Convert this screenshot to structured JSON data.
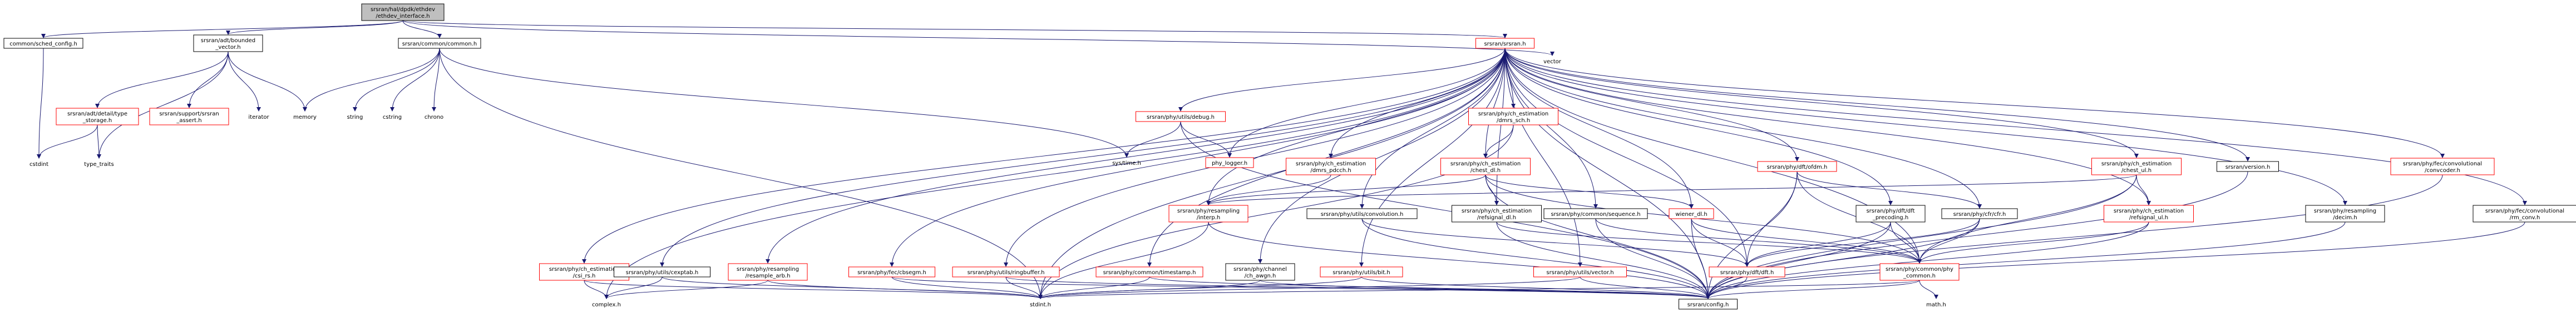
{
  "graph": {
    "nodes": [
      {
        "id": "root",
        "lines": [
          "srsran/hal/dpdk/ethdev",
          "/ethdev_interface.h"
        ],
        "style": "root"
      },
      {
        "id": "sched_config",
        "lines": [
          "common/sched_config.h"
        ],
        "style": "black"
      },
      {
        "id": "bounded_vector",
        "lines": [
          "srsran/adt/bounded",
          "_vector.h"
        ],
        "style": "black"
      },
      {
        "id": "common",
        "lines": [
          "srsran/common/common.h"
        ],
        "style": "black"
      },
      {
        "id": "srsran",
        "lines": [
          "srsran/srsran.h"
        ],
        "style": "red"
      },
      {
        "id": "vector",
        "lines": [
          "vector"
        ],
        "style": "plain"
      },
      {
        "id": "type_storage",
        "lines": [
          "srsran/adt/detail/type",
          "_storage.h"
        ],
        "style": "red"
      },
      {
        "id": "srsran_assert",
        "lines": [
          "srsran/support/srsran",
          "_assert.h"
        ],
        "style": "red"
      },
      {
        "id": "iterator",
        "lines": [
          "iterator"
        ],
        "style": "plain"
      },
      {
        "id": "memory",
        "lines": [
          "memory"
        ],
        "style": "plain"
      },
      {
        "id": "string",
        "lines": [
          "string"
        ],
        "style": "plain"
      },
      {
        "id": "cstring",
        "lines": [
          "cstring"
        ],
        "style": "plain"
      },
      {
        "id": "chrono",
        "lines": [
          "chrono"
        ],
        "style": "plain"
      },
      {
        "id": "cstdint",
        "lines": [
          "cstdint"
        ],
        "style": "plain"
      },
      {
        "id": "type_traits",
        "lines": [
          "type_traits"
        ],
        "style": "plain"
      },
      {
        "id": "debug",
        "lines": [
          "srsran/phy/utils/debug.h"
        ],
        "style": "red"
      },
      {
        "id": "systime",
        "lines": [
          "sys/time.h"
        ],
        "style": "plain"
      },
      {
        "id": "phy_logger",
        "lines": [
          "phy_logger.h"
        ],
        "style": "red"
      },
      {
        "id": "dmrs_sch",
        "lines": [
          "srsran/phy/ch_estimation",
          "/dmrs_sch.h"
        ],
        "style": "red"
      },
      {
        "id": "dmrs_pdcch",
        "lines": [
          "srsran/phy/ch_estimation",
          "/dmrs_pdcch.h"
        ],
        "style": "red"
      },
      {
        "id": "chest_dl",
        "lines": [
          "srsran/phy/ch_estimation",
          "/chest_dl.h"
        ],
        "style": "red"
      },
      {
        "id": "interp",
        "lines": [
          "srsran/phy/resampling",
          "/interp.h"
        ],
        "style": "red"
      },
      {
        "id": "convolution",
        "lines": [
          "srsran/phy/utils/convolution.h"
        ],
        "style": "black"
      },
      {
        "id": "refsignal_dl",
        "lines": [
          "srsran/phy/ch_estimation",
          "/refsignal_dl.h"
        ],
        "style": "black"
      },
      {
        "id": "sequence",
        "lines": [
          "srsran/phy/common/sequence.h"
        ],
        "style": "black"
      },
      {
        "id": "wiener_dl",
        "lines": [
          "wiener_dl.h"
        ],
        "style": "red"
      },
      {
        "id": "ofdm",
        "lines": [
          "srsran/phy/dft/ofdm.h"
        ],
        "style": "red"
      },
      {
        "id": "dft_precoding",
        "lines": [
          "srsran/phy/dft/dft",
          "_precoding.h"
        ],
        "style": "black"
      },
      {
        "id": "cfr",
        "lines": [
          "srsran/phy/cfr/cfr.h"
        ],
        "style": "black"
      },
      {
        "id": "chest_ul",
        "lines": [
          "srsran/phy/ch_estimation",
          "/chest_ul.h"
        ],
        "style": "red"
      },
      {
        "id": "refsignal_ul",
        "lines": [
          "srsran/phy/ch_estimation",
          "/refsignal_ul.h"
        ],
        "style": "red"
      },
      {
        "id": "version",
        "lines": [
          "srsran/version.h"
        ],
        "style": "black"
      },
      {
        "id": "decim",
        "lines": [
          "srsran/phy/resampling",
          "/decim.h"
        ],
        "style": "black"
      },
      {
        "id": "convcoder",
        "lines": [
          "srsran/phy/fec/convolutional",
          "/convcoder.h"
        ],
        "style": "red"
      },
      {
        "id": "rm_conv",
        "lines": [
          "srsran/phy/fec/convolutional",
          "/rm_conv.h"
        ],
        "style": "black"
      },
      {
        "id": "csi_rs",
        "lines": [
          "srsran/phy/ch_estimation",
          "/csi_rs.h"
        ],
        "style": "red"
      },
      {
        "id": "cexptab",
        "lines": [
          "srsran/phy/utils/cexptab.h"
        ],
        "style": "black"
      },
      {
        "id": "resample_arb",
        "lines": [
          "srsran/phy/resampling",
          "/resample_arb.h"
        ],
        "style": "red"
      },
      {
        "id": "cbsegm",
        "lines": [
          "srsran/phy/fec/cbsegm.h"
        ],
        "style": "red"
      },
      {
        "id": "ringbuffer",
        "lines": [
          "srsran/phy/utils/ringbuffer.h"
        ],
        "style": "red"
      },
      {
        "id": "timestamp",
        "lines": [
          "srsran/phy/common/timestamp.h"
        ],
        "style": "red"
      },
      {
        "id": "ch_awgn",
        "lines": [
          "srsran/phy/channel",
          "/ch_awgn.h"
        ],
        "style": "black"
      },
      {
        "id": "bit",
        "lines": [
          "srsran/phy/utils/bit.h"
        ],
        "style": "red"
      },
      {
        "id": "vector_h",
        "lines": [
          "srsran/phy/utils/vector.h"
        ],
        "style": "red"
      },
      {
        "id": "dft",
        "lines": [
          "srsran/phy/dft/dft.h"
        ],
        "style": "red"
      },
      {
        "id": "phy_common",
        "lines": [
          "srsran/phy/common/phy",
          "_common.h"
        ],
        "style": "red"
      },
      {
        "id": "complex",
        "lines": [
          "complex.h"
        ],
        "style": "plain"
      },
      {
        "id": "stdint",
        "lines": [
          "stdint.h"
        ],
        "style": "plain"
      },
      {
        "id": "config",
        "lines": [
          "srsran/config.h"
        ],
        "style": "black"
      },
      {
        "id": "math",
        "lines": [
          "math.h"
        ],
        "style": "plain"
      }
    ],
    "edges": [
      [
        "root",
        "sched_config"
      ],
      [
        "root",
        "bounded_vector"
      ],
      [
        "root",
        "common"
      ],
      [
        "root",
        "srsran"
      ],
      [
        "root",
        "vector"
      ],
      [
        "sched_config",
        "cstdint"
      ],
      [
        "bounded_vector",
        "type_storage"
      ],
      [
        "bounded_vector",
        "srsran_assert"
      ],
      [
        "bounded_vector",
        "iterator"
      ],
      [
        "bounded_vector",
        "memory"
      ],
      [
        "bounded_vector",
        "type_traits"
      ],
      [
        "type_storage",
        "cstdint"
      ],
      [
        "type_storage",
        "type_traits"
      ],
      [
        "common",
        "memory"
      ],
      [
        "common",
        "string"
      ],
      [
        "common",
        "cstring"
      ],
      [
        "common",
        "chrono"
      ],
      [
        "common",
        "systime"
      ],
      [
        "common",
        "stdint"
      ],
      [
        "srsran",
        "debug"
      ],
      [
        "srsran",
        "phy_logger"
      ],
      [
        "srsran",
        "dmrs_sch"
      ],
      [
        "srsran",
        "dmrs_pdcch"
      ],
      [
        "srsran",
        "chest_dl"
      ],
      [
        "srsran",
        "interp"
      ],
      [
        "srsran",
        "convolution"
      ],
      [
        "srsran",
        "refsignal_dl"
      ],
      [
        "srsran",
        "sequence"
      ],
      [
        "srsran",
        "wiener_dl"
      ],
      [
        "srsran",
        "ofdm"
      ],
      [
        "srsran",
        "dft_precoding"
      ],
      [
        "srsran",
        "cfr"
      ],
      [
        "srsran",
        "chest_ul"
      ],
      [
        "srsran",
        "refsignal_ul"
      ],
      [
        "srsran",
        "version"
      ],
      [
        "srsran",
        "decim"
      ],
      [
        "srsran",
        "convcoder"
      ],
      [
        "srsran",
        "rm_conv"
      ],
      [
        "srsran",
        "csi_rs"
      ],
      [
        "srsran",
        "cexptab"
      ],
      [
        "srsran",
        "resample_arb"
      ],
      [
        "srsran",
        "cbsegm"
      ],
      [
        "srsran",
        "ringbuffer"
      ],
      [
        "srsran",
        "timestamp"
      ],
      [
        "srsran",
        "ch_awgn"
      ],
      [
        "srsran",
        "bit"
      ],
      [
        "srsran",
        "vector_h"
      ],
      [
        "srsran",
        "dft"
      ],
      [
        "srsran",
        "phy_common"
      ],
      [
        "srsran",
        "complex"
      ],
      [
        "srsran",
        "config"
      ],
      [
        "srsran",
        "stdint"
      ],
      [
        "debug",
        "systime"
      ],
      [
        "debug",
        "phy_logger"
      ],
      [
        "debug",
        "config"
      ],
      [
        "dmrs_sch",
        "chest_dl"
      ],
      [
        "dmrs_sch",
        "stdint"
      ],
      [
        "dmrs_pdcch",
        "interp"
      ],
      [
        "chest_dl",
        "interp"
      ],
      [
        "chest_dl",
        "refsignal_dl"
      ],
      [
        "chest_dl",
        "wiener_dl"
      ],
      [
        "chest_dl",
        "phy_common"
      ],
      [
        "chest_dl",
        "config"
      ],
      [
        "interp",
        "stdint"
      ],
      [
        "interp",
        "config"
      ],
      [
        "convolution",
        "dft"
      ],
      [
        "convolution",
        "config"
      ],
      [
        "refsignal_dl",
        "phy_common"
      ],
      [
        "refsignal_dl",
        "config"
      ],
      [
        "sequence",
        "phy_common"
      ],
      [
        "sequence",
        "config"
      ],
      [
        "wiener_dl",
        "dft"
      ],
      [
        "wiener_dl",
        "phy_common"
      ],
      [
        "wiener_dl",
        "config"
      ],
      [
        "ofdm",
        "dft"
      ],
      [
        "ofdm",
        "cfr"
      ],
      [
        "ofdm",
        "phy_common"
      ],
      [
        "ofdm",
        "config"
      ],
      [
        "dft_precoding",
        "dft"
      ],
      [
        "dft_precoding",
        "phy_common"
      ],
      [
        "dft_precoding",
        "config"
      ],
      [
        "cfr",
        "dft"
      ],
      [
        "cfr",
        "phy_common"
      ],
      [
        "cfr",
        "config"
      ],
      [
        "chest_ul",
        "interp"
      ],
      [
        "chest_ul",
        "refsignal_ul"
      ],
      [
        "chest_ul",
        "phy_common"
      ],
      [
        "chest_ul",
        "config"
      ],
      [
        "refsignal_ul",
        "phy_common"
      ],
      [
        "refsignal_ul",
        "config"
      ],
      [
        "version",
        "config"
      ],
      [
        "decim",
        "config"
      ],
      [
        "convcoder",
        "config"
      ],
      [
        "rm_conv",
        "config"
      ],
      [
        "csi_rs",
        "complex"
      ],
      [
        "csi_rs",
        "stdint"
      ],
      [
        "cexptab",
        "complex"
      ],
      [
        "cexptab",
        "stdint"
      ],
      [
        "resample_arb",
        "complex"
      ],
      [
        "resample_arb",
        "stdint"
      ],
      [
        "cbsegm",
        "stdint"
      ],
      [
        "cbsegm",
        "config"
      ],
      [
        "ringbuffer",
        "stdint"
      ],
      [
        "ringbuffer",
        "config"
      ],
      [
        "timestamp",
        "stdint"
      ],
      [
        "timestamp",
        "config"
      ],
      [
        "ch_awgn",
        "stdint"
      ],
      [
        "ch_awgn",
        "config"
      ],
      [
        "bit",
        "stdint"
      ],
      [
        "bit",
        "config"
      ],
      [
        "vector_h",
        "config"
      ],
      [
        "vector_h",
        "stdint"
      ],
      [
        "dft",
        "config"
      ],
      [
        "phy_common",
        "config"
      ],
      [
        "phy_common",
        "math"
      ],
      [
        "phy_common",
        "stdint"
      ]
    ]
  }
}
